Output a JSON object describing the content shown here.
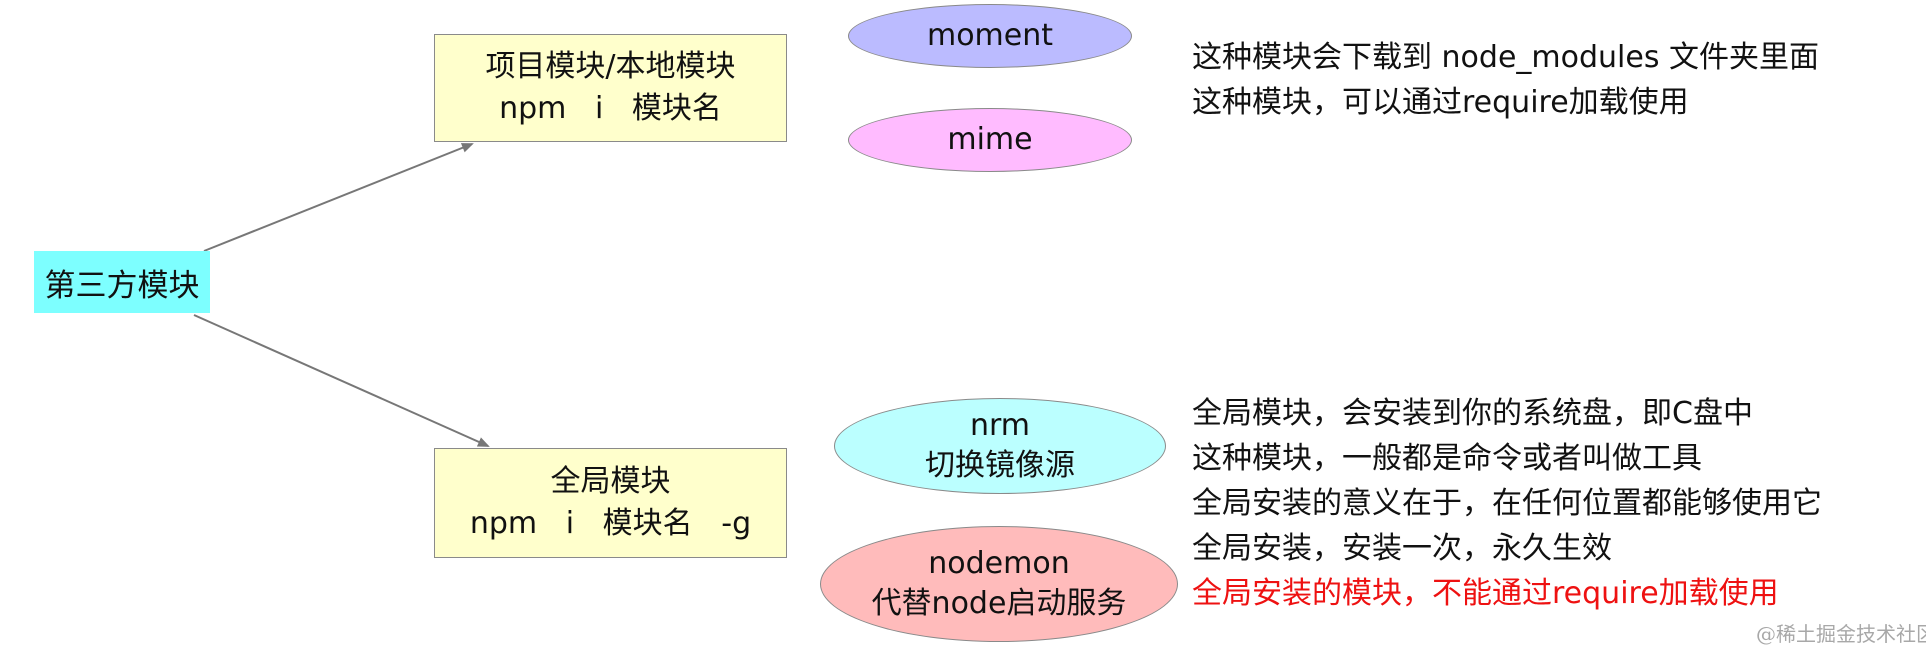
{
  "root": {
    "label": "第三方模块"
  },
  "local": {
    "title": "项目模块/本地模块",
    "command": "npm   i   模块名",
    "examples": [
      {
        "name": "moment",
        "desc": "",
        "color": "#bbbbff"
      },
      {
        "name": "mime",
        "desc": "",
        "color": "#ffbbff"
      }
    ],
    "notes": [
      "这种模块会下载到 node_modules 文件夹里面",
      "这种模块，可以通过require加载使用"
    ]
  },
  "global": {
    "title": "全局模块",
    "command": "npm   i   模块名   -g",
    "examples": [
      {
        "name": "nrm",
        "desc": "切换镜像源",
        "color": "#bbffff"
      },
      {
        "name": "nodemon",
        "desc": "代替node启动服务",
        "color": "#ffbbbb"
      }
    ],
    "notes": [
      "全局模块，会安装到你的系统盘，即C盘中",
      "这种模块，一般都是命令或者叫做工具",
      "全局安装的意义在于，在任何位置都能够使用它",
      "全局安装，安装一次，永久生效"
    ],
    "warning": "全局安装的模块，不能通过require加载使用"
  },
  "colors": {
    "root_fill": "#7dffff",
    "box_fill": "#ffffcc",
    "warning_text": "#ee1111",
    "arrow": "#777777"
  },
  "watermark": "@稀土掘金技术社区"
}
